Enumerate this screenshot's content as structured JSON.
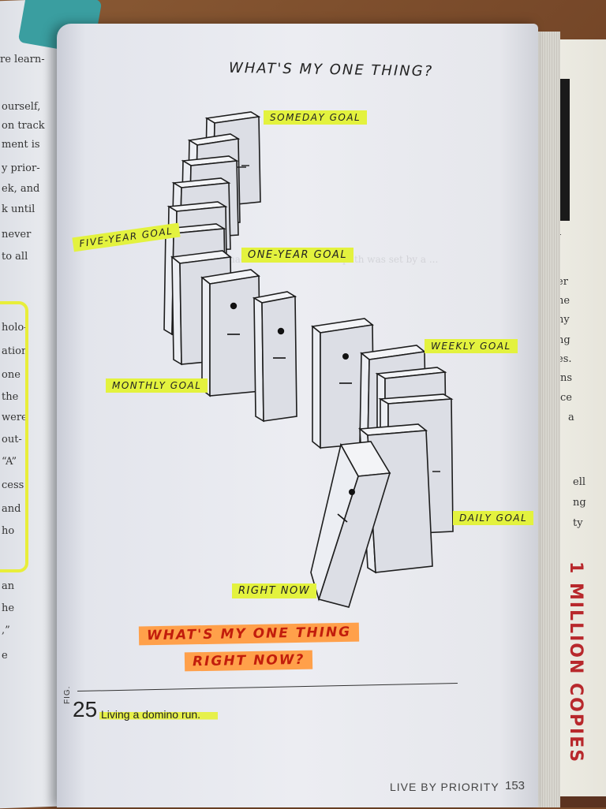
{
  "left_page": {
    "lines_top": [
      "re learn-",
      "",
      "ourself,",
      "on track",
      "ment is",
      "y prior-",
      "ek, and",
      "k until",
      "never",
      "to all"
    ],
    "lines_bottom": [
      "holo-",
      "ation",
      "one",
      "the",
      "were",
      "out-",
      "“A”",
      "cess",
      "and",
      "ho",
      "",
      "an",
      "he",
      ",”",
      "e"
    ]
  },
  "back_book": {
    "lines": [
      "y",
      "er",
      "he",
      "ny",
      "ng",
      "es.",
      "ns",
      "ce",
      "a",
      "",
      "ell",
      "ng",
      "ty"
    ],
    "handwriting": "1 MILLION COPIES"
  },
  "figure": {
    "title": "WHAT'S MY ONE THING?",
    "labels": {
      "someday": "SOMEDAY GOAL",
      "five_year": "FIVE-YEAR GOAL",
      "one_year": "ONE-YEAR GOAL",
      "weekly": "WEEKLY GOAL",
      "monthly": "MONTHLY GOAL",
      "daily": "DAILY GOAL",
      "right_now": "RIGHT NOW"
    },
    "question_line1": "WHAT'S MY ONE THING",
    "question_line2": "RIGHT NOW?",
    "highlight_colors": {
      "yellow": "#e3f23e",
      "orange": "#ffa04a",
      "ink_red": "#c21d0c"
    }
  },
  "caption": {
    "fig_prefix": "FIG.",
    "fig_number": "25",
    "text": "Living a domino run."
  },
  "footer": {
    "running_head": "LIVE BY PRIORITY",
    "page_number": "153"
  }
}
